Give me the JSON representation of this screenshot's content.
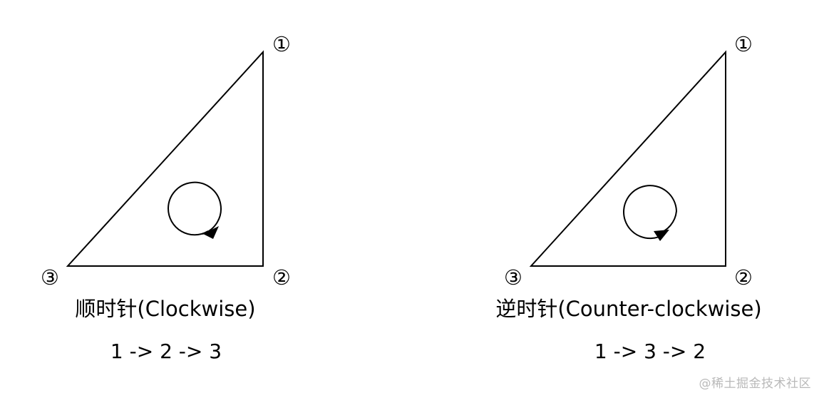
{
  "colors": {
    "stroke": "#000000",
    "background": "#ffffff",
    "watermark": "#b9b9b9"
  },
  "left_panel": {
    "vertex_1": "①",
    "vertex_2": "②",
    "vertex_3": "③",
    "caption": "顺时针(Clockwise)",
    "sequence": "1 -> 2 -> 3",
    "rotation_icon": "clockwise-arrow-icon"
  },
  "right_panel": {
    "vertex_1": "①",
    "vertex_2": "②",
    "vertex_3": "③",
    "caption": "逆时针(Counter-clockwise)",
    "sequence": "1 -> 3 -> 2",
    "rotation_icon": "counter-clockwise-arrow-icon"
  },
  "watermark": "@稀土掘金技术社区"
}
